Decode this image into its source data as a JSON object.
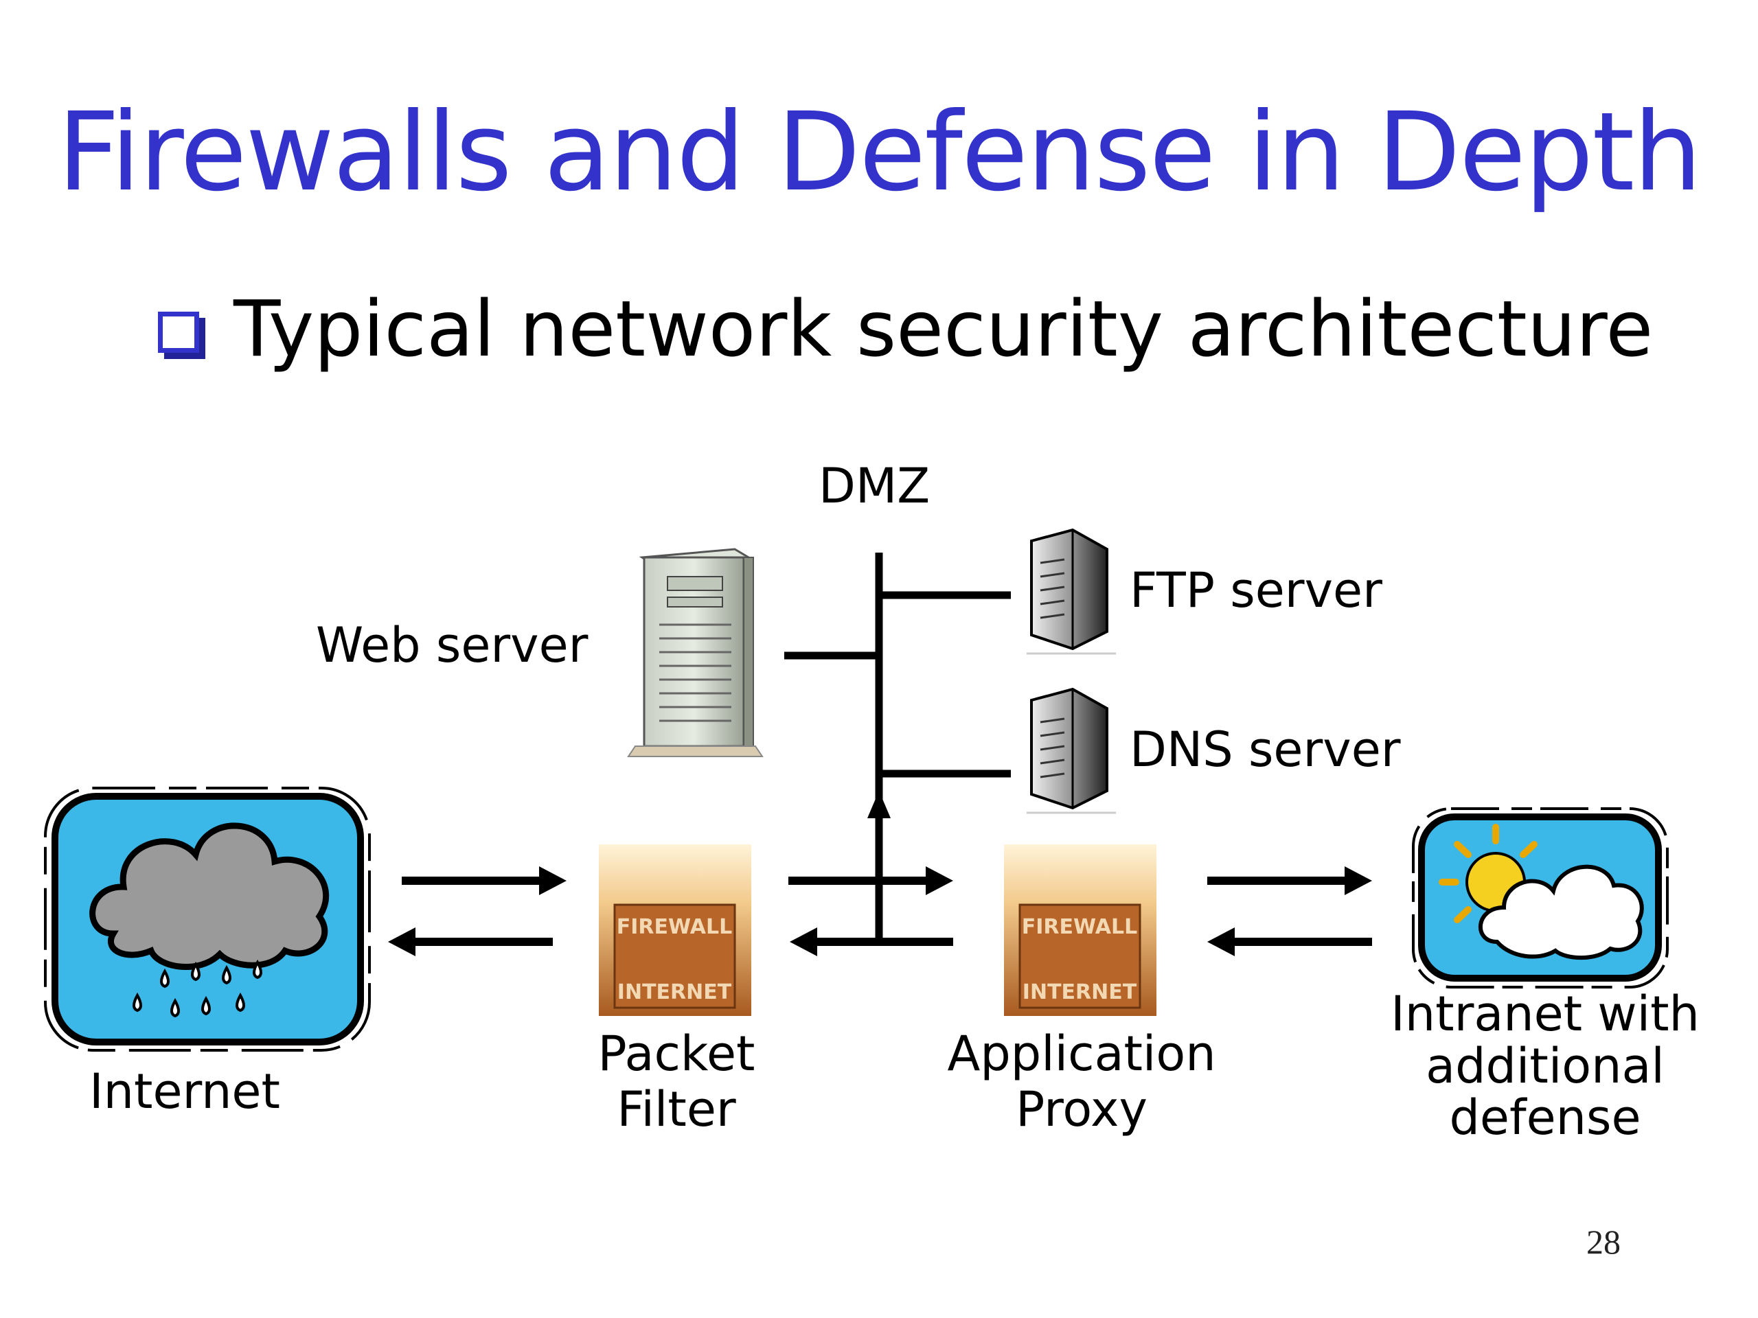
{
  "slide": {
    "title": "Firewalls and Defense in Depth",
    "bullet": "Typical network security architecture",
    "page_number": "28"
  },
  "diagram": {
    "dmz_label": "DMZ",
    "web_server_label": "Web server",
    "ftp_server_label": "FTP server",
    "dns_server_label": "DNS server",
    "internet_label": "Internet",
    "packet_filter_label": [
      "Packet",
      "Filter"
    ],
    "application_proxy_label": [
      "Application",
      "Proxy"
    ],
    "intranet_label": [
      "Intranet with",
      "additional",
      "defense"
    ],
    "firewall_text": "FIREWALL",
    "firewall_subtext": "INTERNET",
    "colors": {
      "title": "#3333cc",
      "sky": "#3cb8e8",
      "firewall": "#b8652a"
    }
  }
}
